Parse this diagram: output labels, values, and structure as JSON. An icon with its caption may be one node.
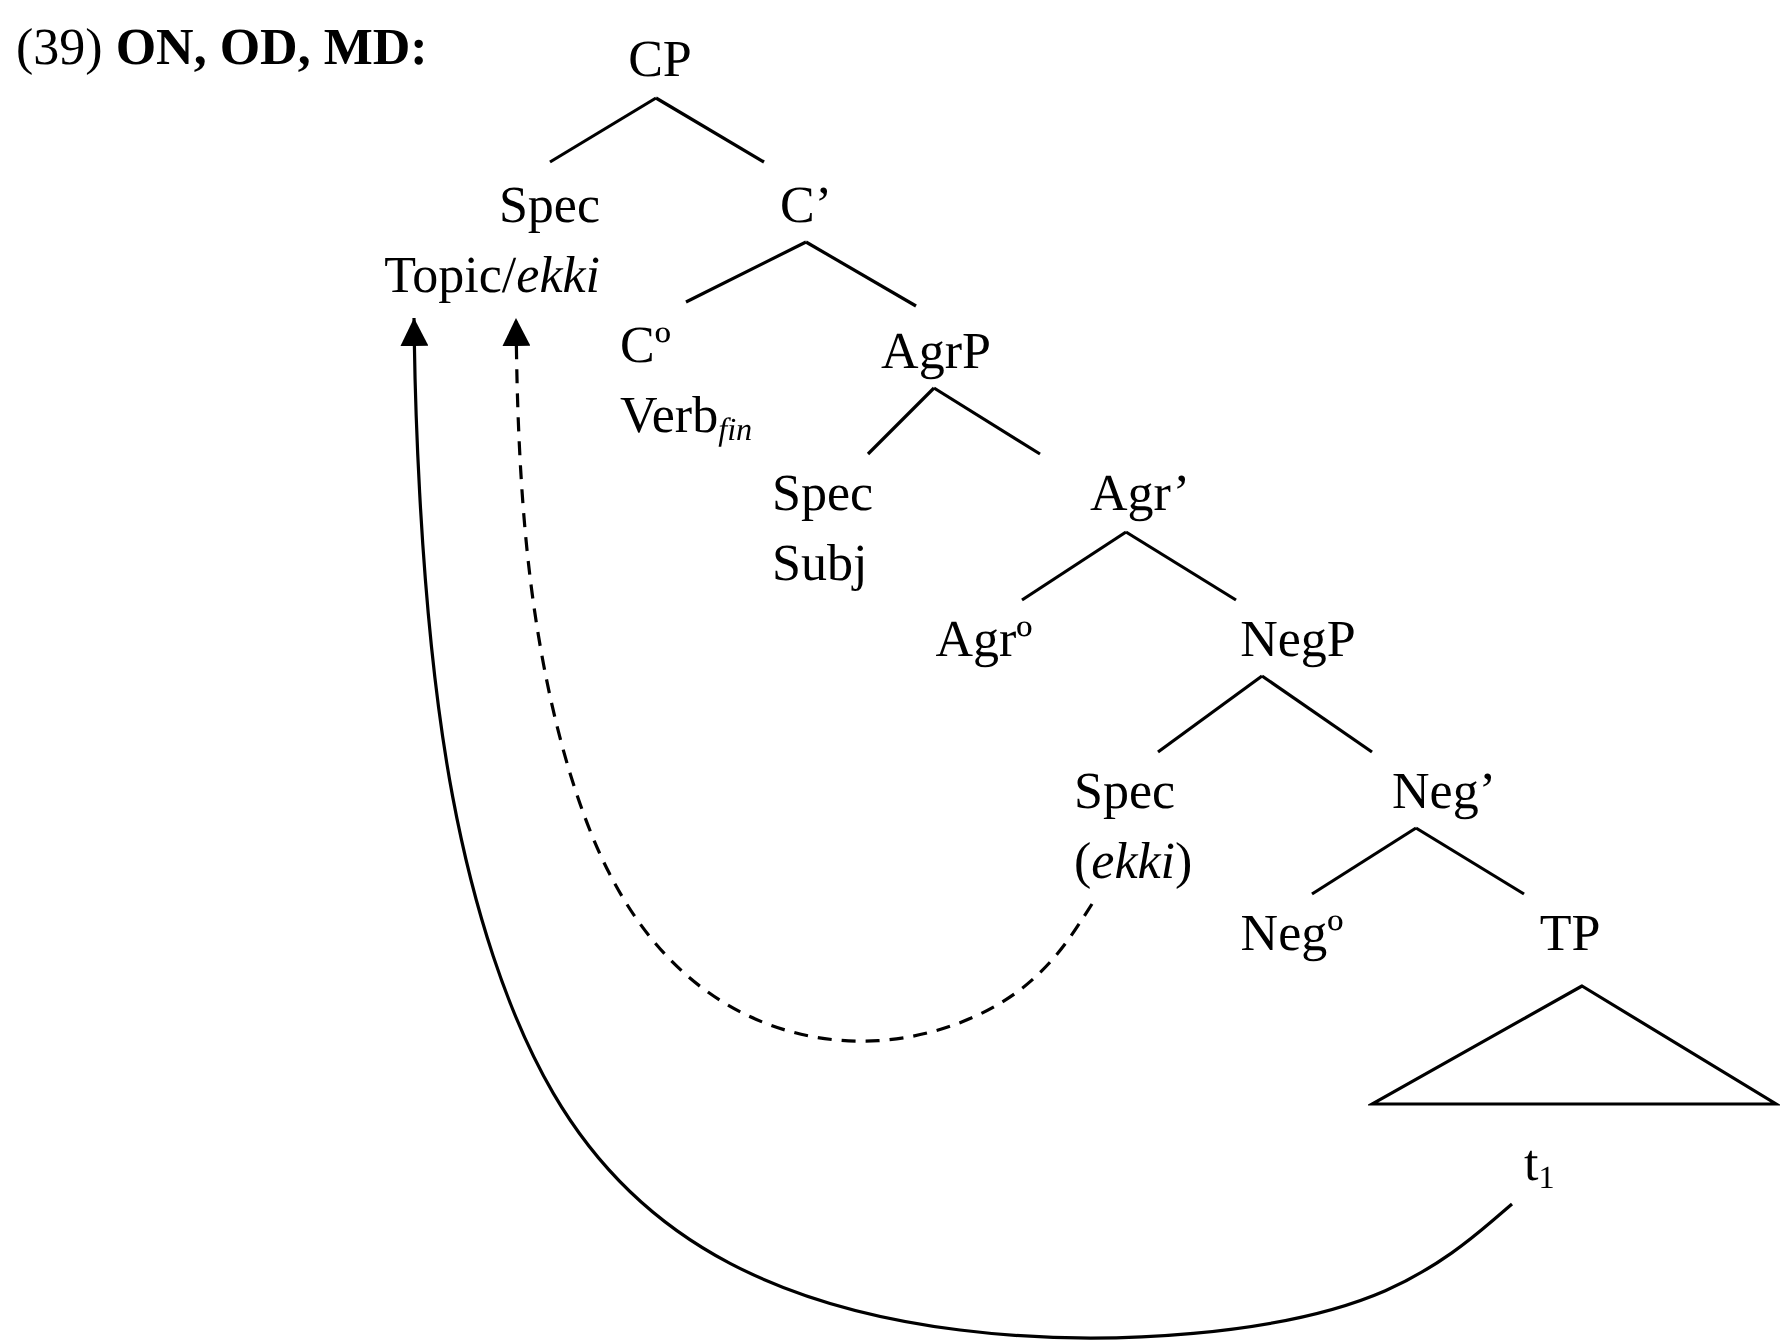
{
  "diagram": {
    "title": "(39) **ON, OD, MD:**",
    "nodes": [
      {
        "text": [
          "CP"
        ]
      },
      {
        "text": [
          "Spec",
          "Topic/*ekki*"
        ]
      },
      {
        "text": [
          "C’"
        ]
      },
      {
        "text": [
          "Cº",
          "Verb$_{fin}$"
        ]
      },
      {
        "text": [
          "AgrP"
        ]
      },
      {
        "text": [
          "Spec",
          "Subj"
        ]
      },
      {
        "text": [
          "Agr’"
        ]
      },
      {
        "text": [
          "Agrº"
        ]
      },
      {
        "text": [
          "NegP"
        ]
      },
      {
        "text": [
          "Spec",
          "(*ekki*)"
        ]
      },
      {
        "text": [
          "Neg’"
        ]
      },
      {
        "text": [
          "Negº"
        ]
      },
      {
        "text": [
          "TP"
        ]
      },
      {
        "text": [
          "t$_{1}$"
        ]
      }
    ],
    "edges": [
      {
        "from": 0,
        "to": 1,
        "arrow": "none"
      },
      {
        "from": 0,
        "to": 2,
        "arrow": "none"
      },
      {
        "from": 2,
        "to": 3,
        "arrow": "none"
      },
      {
        "from": 2,
        "to": 4,
        "arrow": "none"
      },
      {
        "from": 4,
        "to": 5,
        "arrow": "none"
      },
      {
        "from": 4,
        "to": 6,
        "arrow": "none"
      },
      {
        "from": 6,
        "to": 7,
        "arrow": "none"
      },
      {
        "from": 6,
        "to": 8,
        "arrow": "none"
      },
      {
        "from": 8,
        "to": 9,
        "arrow": "none"
      },
      {
        "from": 8,
        "to": 10,
        "arrow": "none"
      },
      {
        "from": 10,
        "to": 11,
        "arrow": "none"
      },
      {
        "from": 10,
        "to": 12,
        "arrow": "none"
      },
      {
        "from": 13,
        "to": 1,
        "arrow": "to"
      },
      {
        "from": 9,
        "to": 1,
        "arrow": "to",
        "style": "dashed"
      }
    ]
  }
}
